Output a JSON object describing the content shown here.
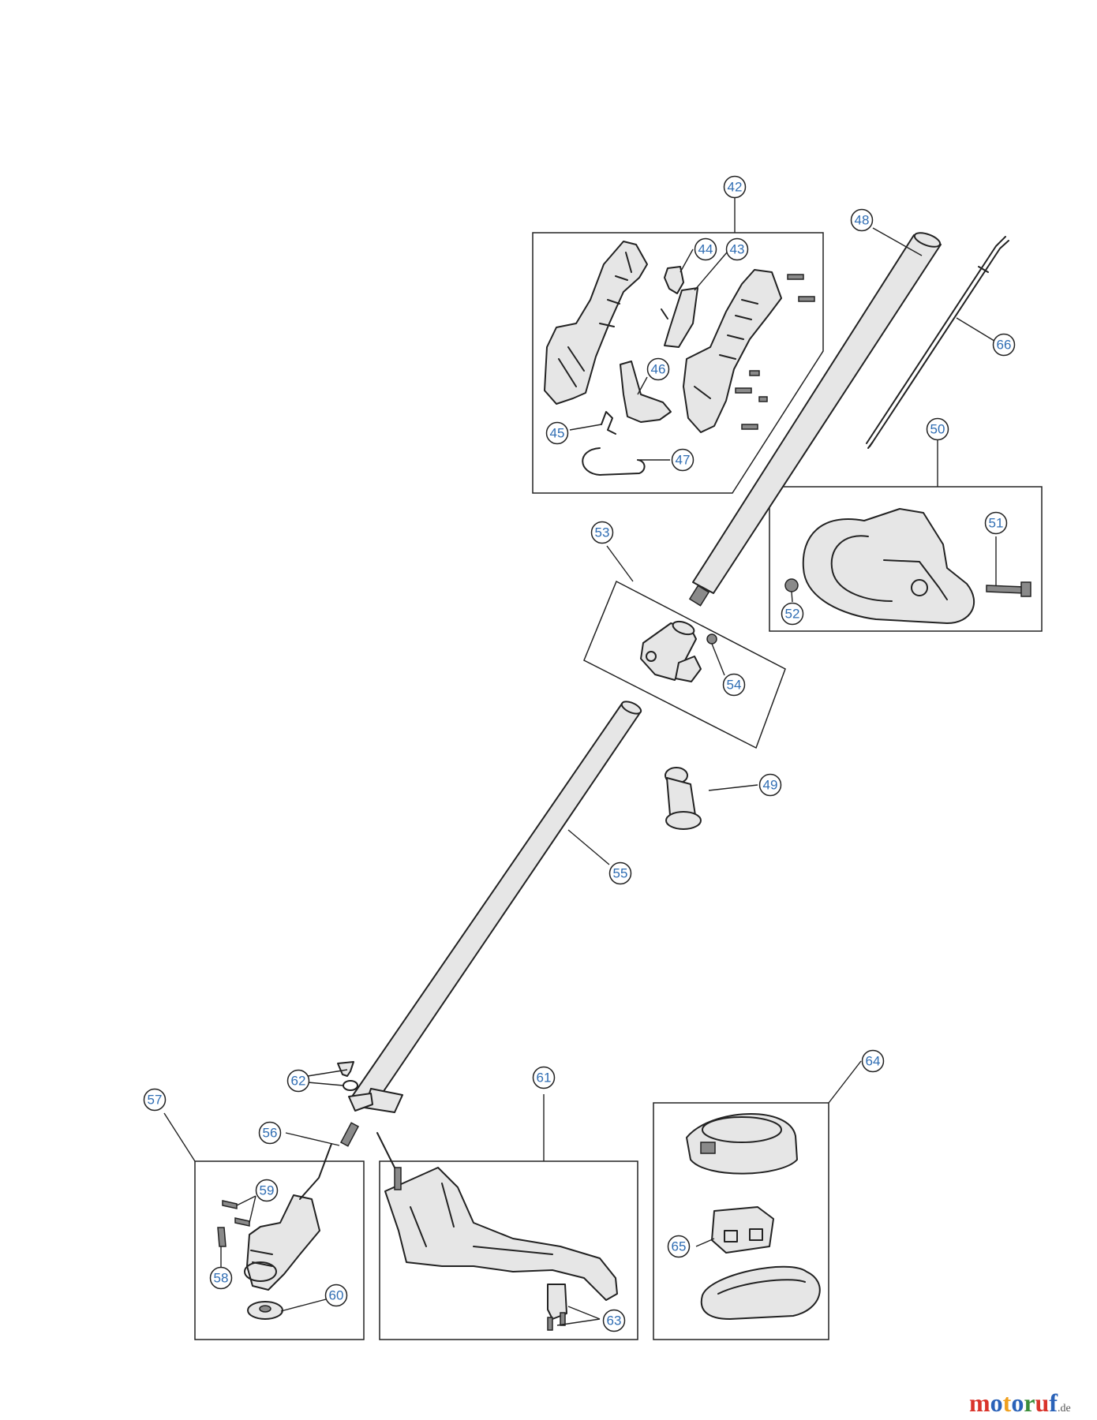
{
  "callouts": [
    {
      "id": "c42",
      "label": "42"
    },
    {
      "id": "c43",
      "label": "43"
    },
    {
      "id": "c44",
      "label": "44"
    },
    {
      "id": "c45",
      "label": "45"
    },
    {
      "id": "c46",
      "label": "46"
    },
    {
      "id": "c47",
      "label": "47"
    },
    {
      "id": "c48",
      "label": "48"
    },
    {
      "id": "c49",
      "label": "49"
    },
    {
      "id": "c50",
      "label": "50"
    },
    {
      "id": "c51",
      "label": "51"
    },
    {
      "id": "c52",
      "label": "52"
    },
    {
      "id": "c53",
      "label": "53"
    },
    {
      "id": "c54",
      "label": "54"
    },
    {
      "id": "c55",
      "label": "55"
    },
    {
      "id": "c56",
      "label": "56"
    },
    {
      "id": "c57",
      "label": "57"
    },
    {
      "id": "c58",
      "label": "58"
    },
    {
      "id": "c59",
      "label": "59"
    },
    {
      "id": "c60",
      "label": "60"
    },
    {
      "id": "c61",
      "label": "61"
    },
    {
      "id": "c62",
      "label": "62"
    },
    {
      "id": "c63",
      "label": "63"
    },
    {
      "id": "c64",
      "label": "64"
    },
    {
      "id": "c65",
      "label": "65"
    },
    {
      "id": "c66",
      "label": "66"
    }
  ],
  "watermark": {
    "segments": [
      {
        "text": "m",
        "color": "#d9342b"
      },
      {
        "text": "o",
        "color": "#2a62b8"
      },
      {
        "text": "t",
        "color": "#f0a01e"
      },
      {
        "text": "o",
        "color": "#2a62b8"
      },
      {
        "text": "r",
        "color": "#3b8d3b"
      },
      {
        "text": "u",
        "color": "#d9342b"
      },
      {
        "text": "f",
        "color": "#2a62b8"
      }
    ],
    "suffix": ".de"
  },
  "colors": {
    "label_text": "#2f6db3",
    "line": "#222222"
  }
}
